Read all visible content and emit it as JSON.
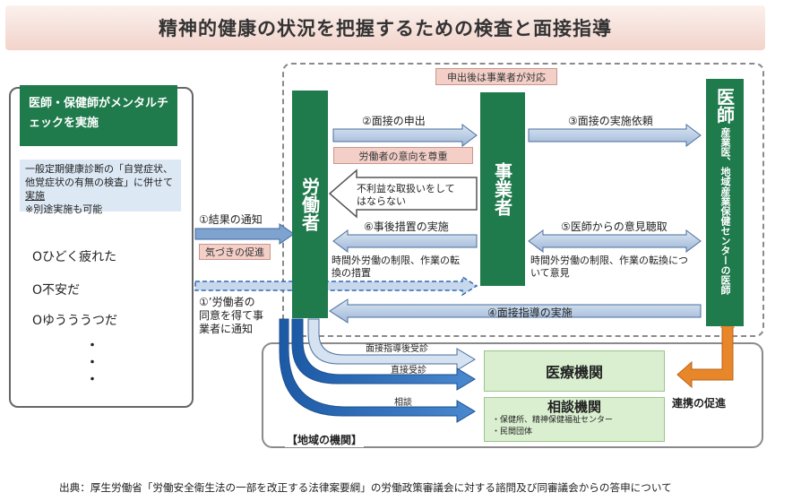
{
  "title": "精神的健康の状況を把握するための検査と面接指導",
  "left_panel": {
    "header": "医師・保健師がメンタルチェックを実施",
    "note_line1": "一般定期健康診断の「自覚症状、",
    "note_line2": "他覚症状の有無の検査」に併せて",
    "note_line3": "実施",
    "note_line4": "※別途実施も可能",
    "symptom1": "Oひどく疲れた",
    "symptom2": "O不安だ",
    "symptom3": "Oゆうううつだ",
    "dots": [
      "・",
      "・",
      "・"
    ]
  },
  "top_note": "申出後は事業者が対応",
  "worker": "労働者",
  "employer": "事業者",
  "doctor": {
    "main": "医師",
    "sub": "産業医、地域産業保健センターの医師"
  },
  "flows": {
    "result_notice": "①結果の通知",
    "awareness": "気づきの促進",
    "consent_line1": "①’労働者の",
    "consent_line2": "同意を得て事",
    "consent_line3": "業者に通知",
    "interview_request": "②面接の申出",
    "respect_will": "労働者の意向を尊重",
    "interview_ask": "③面接の実施依頼",
    "no_disadvantage_line1": "不利益な取扱いをして",
    "no_disadvantage_line2": "はならない",
    "post_measures": "⑥事後措置の実施",
    "post_measures_detail_line1": "時間外労働の制限、作業の転",
    "post_measures_detail_line2": "換の措置",
    "hear_opinion": "⑤医師からの意見聴取",
    "hear_opinion_detail_line1": "時間外労働の制限、作業の転換につ",
    "hear_opinion_detail_line2": "いて意見",
    "interview_conduct": "④面接指導の実施",
    "after_interview": "面接指導後受診",
    "direct_visit": "直接受診",
    "consult": "相談"
  },
  "medical": "医療機関",
  "consult_org": {
    "title": "相談機関",
    "item1": "・保健所、精神保健福祉センター",
    "item2": "・民間団体"
  },
  "cooperation": "連携の促進",
  "regional": "【地域の機関】",
  "source": "出典：厚生労働省「労働安全衛生法の一部を改正する法律案要綱」の労働政策審議会に対する諮問及び同審議会からの答申について",
  "colors": {
    "green": "#1f7a4c",
    "light_green": "#d9efcf",
    "arrow_blue": "#b8cce4",
    "arrow_dark": "#2f6bb3",
    "pink": "#f3cfc8",
    "orange": "#e8862a"
  }
}
